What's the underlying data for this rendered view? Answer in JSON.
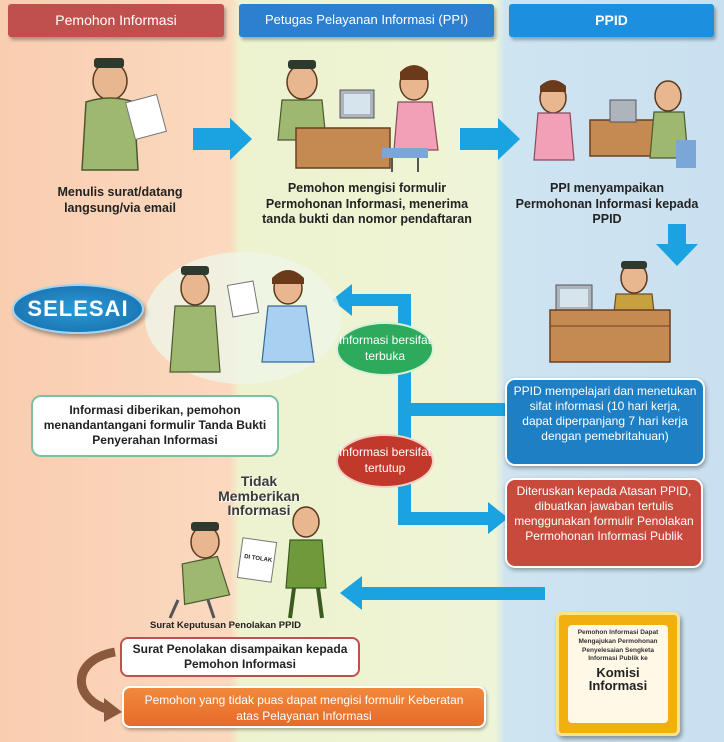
{
  "headers": {
    "pemohon": "Pemohon Informasi",
    "petugas": "Petugas Pelayanan Informasi (PPI)",
    "ppid": "PPID"
  },
  "colors": {
    "pemohon_header": "#c0504d",
    "petugas_header": "#2d7fd0",
    "ppid_header": "#1c8fde",
    "arrow": "#1aa3e0",
    "open_oval": "#2eaa5c",
    "closed_oval": "#c0392b"
  },
  "steps": {
    "step1": "Menulis surat/datang langsung/via email",
    "step2": "Pemohon mengisi formulir Permohonan Informasi, menerima tanda bukti dan nomor pendaftaran",
    "step3": "PPI menyampaikan Permohonan Informasi kepada PPID",
    "step4": "PPID mempelajari dan menetukan sifat informasi (10 hari kerja, dapat diperpanjang 7 hari kerja dengan pemebritahuan)",
    "step5": "Diteruskan kepada Atasan PPID, dibuatkan jawaban tertulis menggunakan formulir Penolakan Permohonan Informasi Publik",
    "done_info": "Informasi diberikan, pemohon menandantangani formulir Tanda Bukti Penyerahan Informasi",
    "rejection_sent": "Surat Penolakan disampaikan kepada Pemohon Informasi",
    "objection": "Pemohon yang tidak puas dapat mengisi formulir Keberatan atas Pelayanan Informasi"
  },
  "ovals": {
    "open": "Informasi bersifat terbuka",
    "closed": "Informasi bersifat tertutup"
  },
  "labels": {
    "selesai": "SELESAI",
    "tidak_memberikan": "Tidak Memberikan Informasi",
    "surat_keputusan": "Surat Keputusan Penolakan PPID",
    "ditolak": "DI TOLAK"
  },
  "komisi": {
    "small": "Pemohon Informasi Dapat Mengajukan Permohonan Penyelesaian Sengketa Informasi Publik ke",
    "big": "Komisi Informasi"
  }
}
